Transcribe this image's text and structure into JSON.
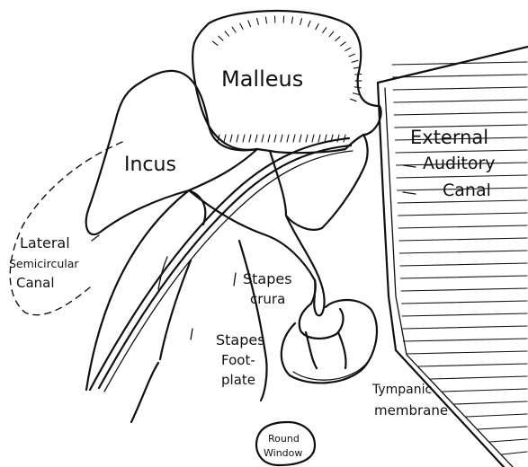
{
  "labels": {
    "malleus": "Malleus",
    "incus": "Incus",
    "external_line1": "External",
    "external_line2": "Auditory",
    "external_line3": "Canal",
    "lateral_line1": "Lateral",
    "lateral_line2": "Semicircular",
    "lateral_line3": "Canal",
    "stapes_crura_line1": "Stapes",
    "stapes_crura_line2": "crura",
    "footplate_line1": "Stapes",
    "footplate_line2": "Foot-",
    "footplate_line3": "plate",
    "tympanic_line1": "Tympanic",
    "tympanic_line2": "membrane",
    "round_line1": "Round",
    "round_line2": "Window"
  },
  "colors": {
    "ink": "#111111",
    "background": "#ffffff"
  }
}
